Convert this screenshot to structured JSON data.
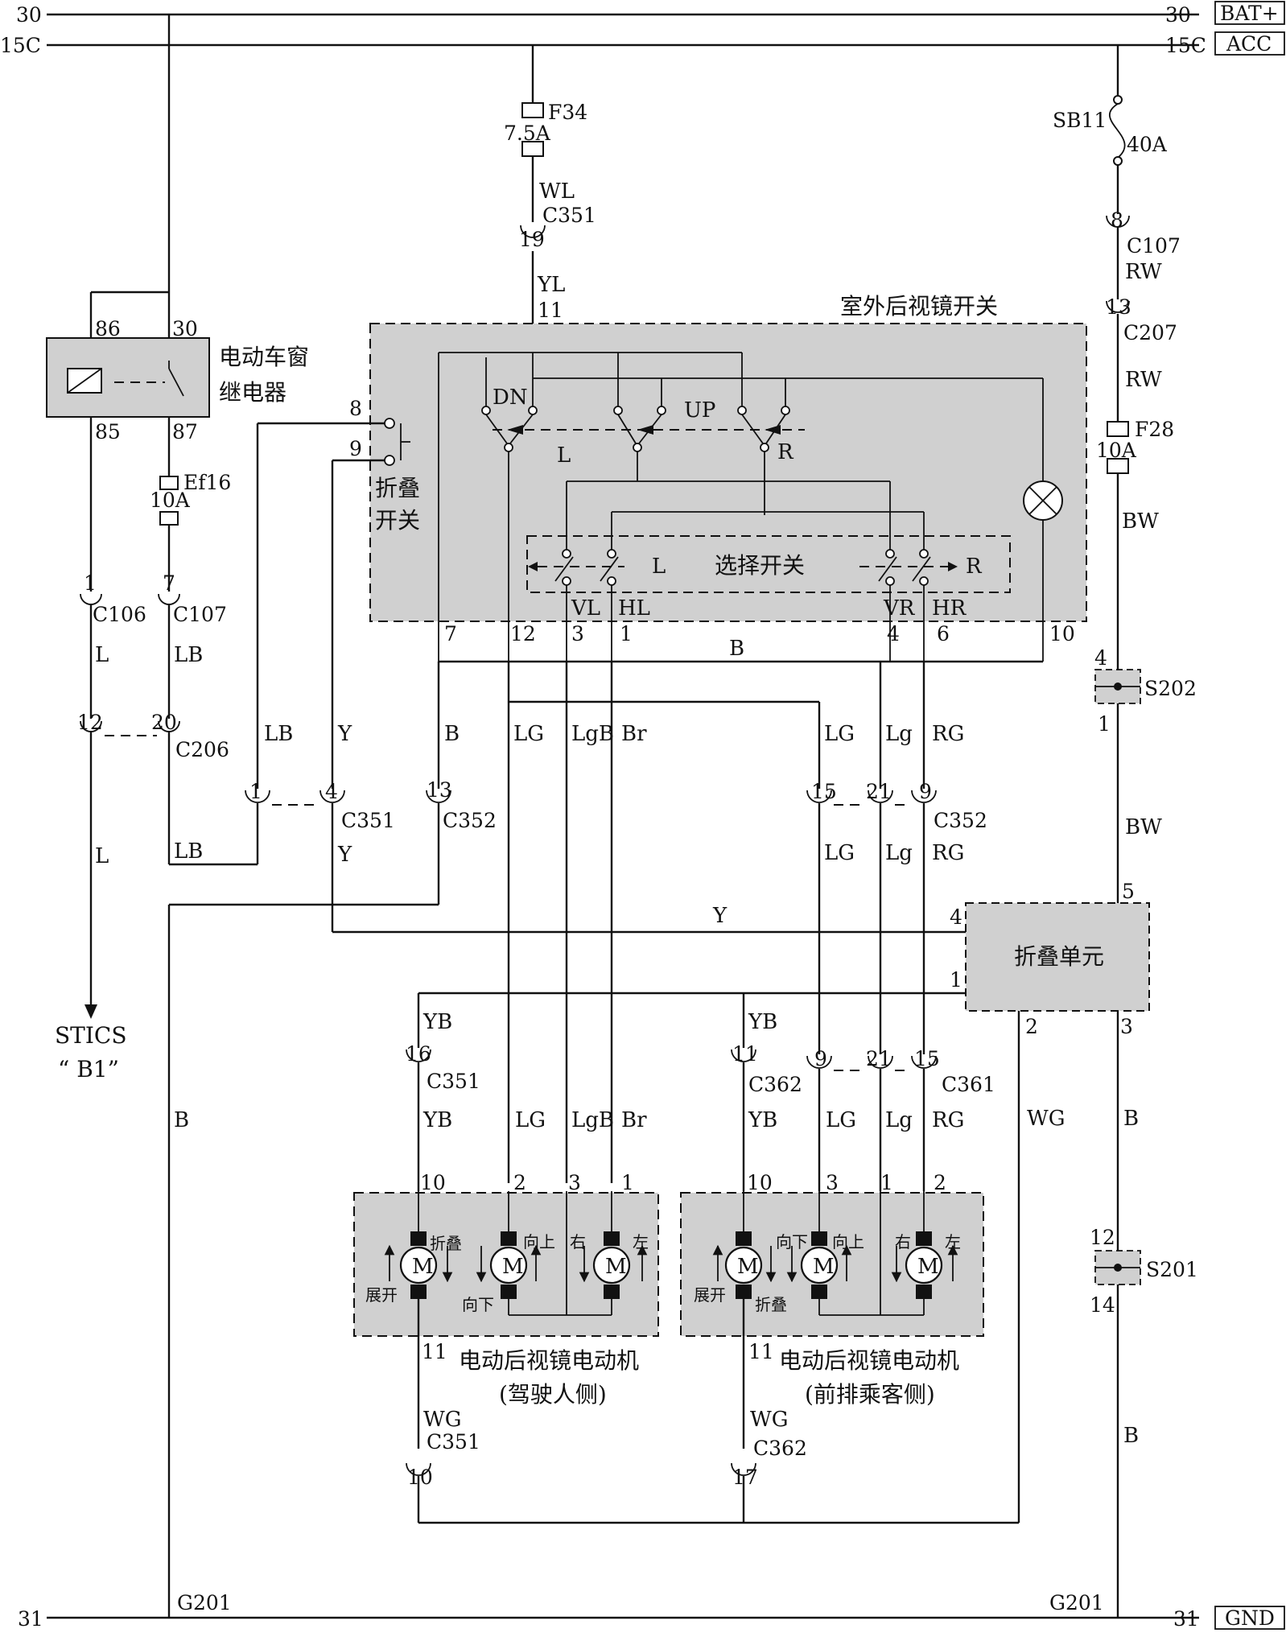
{
  "rails": {
    "bat_left": "30",
    "bat_right": "30",
    "bat_tag": "BAT+",
    "acc_left": "15C",
    "acc_right": "15C",
    "acc_tag": "ACC",
    "gnd_left": "31",
    "gnd_right": "31",
    "gnd_tag": "GND"
  },
  "relay": {
    "title_line1": "电动车窗",
    "title_line2": "继电器",
    "pin86": "86",
    "pin30": "30",
    "pin85": "85",
    "pin87": "87",
    "fuse_name": "Ef16",
    "fuse_rating": "10A"
  },
  "fuses": {
    "f34_name": "F34",
    "f34_rating": "7.5A",
    "sb11_name": "SB11",
    "sb11_rating": "40A",
    "f28_name": "F28",
    "f28_rating": "10A"
  },
  "mirror_switch": {
    "title": "室外后视镜开关",
    "fold_switch_line1": "折叠",
    "fold_switch_line2": "开关",
    "select_switch": "选择开关",
    "dn": "DN",
    "up": "UP",
    "l": "L",
    "r": "R",
    "sel_l": "L",
    "sel_r": "R",
    "vl": "VL",
    "hl": "HL",
    "vr": "VR",
    "hr": "HR",
    "pins": [
      "7",
      "12",
      "3",
      "1",
      "4",
      "6",
      "10",
      "11",
      "8",
      "9"
    ]
  },
  "fold_unit": {
    "title": "折叠单元",
    "pins": [
      "5",
      "4",
      "1",
      "2",
      "3"
    ]
  },
  "splices": {
    "s202": "S202",
    "s201": "S201",
    "s202_top": "4",
    "s202_bot": "1",
    "s201_top": "12",
    "s201_bot": "14"
  },
  "grounds": {
    "left": "G201",
    "right": "G201"
  },
  "stics": {
    "line1": "STICS",
    "line2": "“ B1”"
  },
  "connectors": {
    "c351_19": "19",
    "c351_19_name": "C351",
    "c107_8": "8",
    "c107_8_name": "C107",
    "c207_13": "13",
    "c207_13_name": "C207",
    "c106": "1",
    "c106_name": "C106",
    "c107_7": "7",
    "c107_7_name": "C107",
    "c206_a": "12",
    "c206_b": "20",
    "c206_name": "C206",
    "c351_a": "1",
    "c351_b": "4",
    "c351_name": "C351",
    "c352_13": "13",
    "c352_13_name": "C352",
    "c352_a": "15",
    "c352_b": "21",
    "c352_c": "9",
    "c352_name": "C352",
    "c351_16": "16",
    "c351_16_name": "C351",
    "c362_11": "11",
    "c362_11_name": "C362",
    "c361_a": "9",
    "c361_b": "21",
    "c361_c": "15",
    "c361_name": "C361",
    "c351_10": "10",
    "c351_10_name": "C351",
    "c362_17": "17",
    "c362_17_name": "C362"
  },
  "wires": {
    "wl": "WL",
    "yl": "YL",
    "rw1": "RW",
    "rw2": "RW",
    "bw1": "BW",
    "bw2": "BW",
    "b_bus": "B",
    "l_top": "L",
    "lb_top": "LB",
    "lb_mid": "LB",
    "y_mid": "Y",
    "b_mid": "B",
    "lg1": "LG",
    "lgb1": "LgB",
    "br1": "Br",
    "lg2": "LG",
    "lg_small": "Lg",
    "rg1": "RG",
    "l_bot": "L",
    "lb_bot": "LB",
    "y_bot": "Y",
    "lg3": "LG",
    "lg_small2": "Lg",
    "rg2": "RG",
    "y_long": "Y",
    "yb1": "YB",
    "yb2": "YB",
    "yb3": "YB",
    "yb4": "YB",
    "lg4": "LG",
    "lgb2": "LgB",
    "br2": "Br",
    "lg5": "LG",
    "lg_small3": "Lg",
    "rg3": "RG",
    "wg1": "WG",
    "wg2": "WG",
    "wg3": "WG",
    "b_left": "B",
    "b_right1": "B",
    "b_right2": "B"
  },
  "motors": {
    "driver": {
      "title_line1": "电动后视镜电动机",
      "title_line2": "(驾驶人侧)",
      "fold": "折叠",
      "unfold": "展开",
      "up": "向上",
      "down": "向下",
      "right": "右",
      "left": "左",
      "pins": [
        "10",
        "2",
        "3",
        "1",
        "11"
      ]
    },
    "passenger": {
      "title_line1": "电动后视镜电动机",
      "title_line2": "(前排乘客侧)",
      "fold": "折叠",
      "unfold": "展开",
      "up": "向上",
      "down": "向下",
      "right": "右",
      "left": "左",
      "pins": [
        "10",
        "3",
        "1",
        "2",
        "11"
      ]
    },
    "m": "M"
  }
}
